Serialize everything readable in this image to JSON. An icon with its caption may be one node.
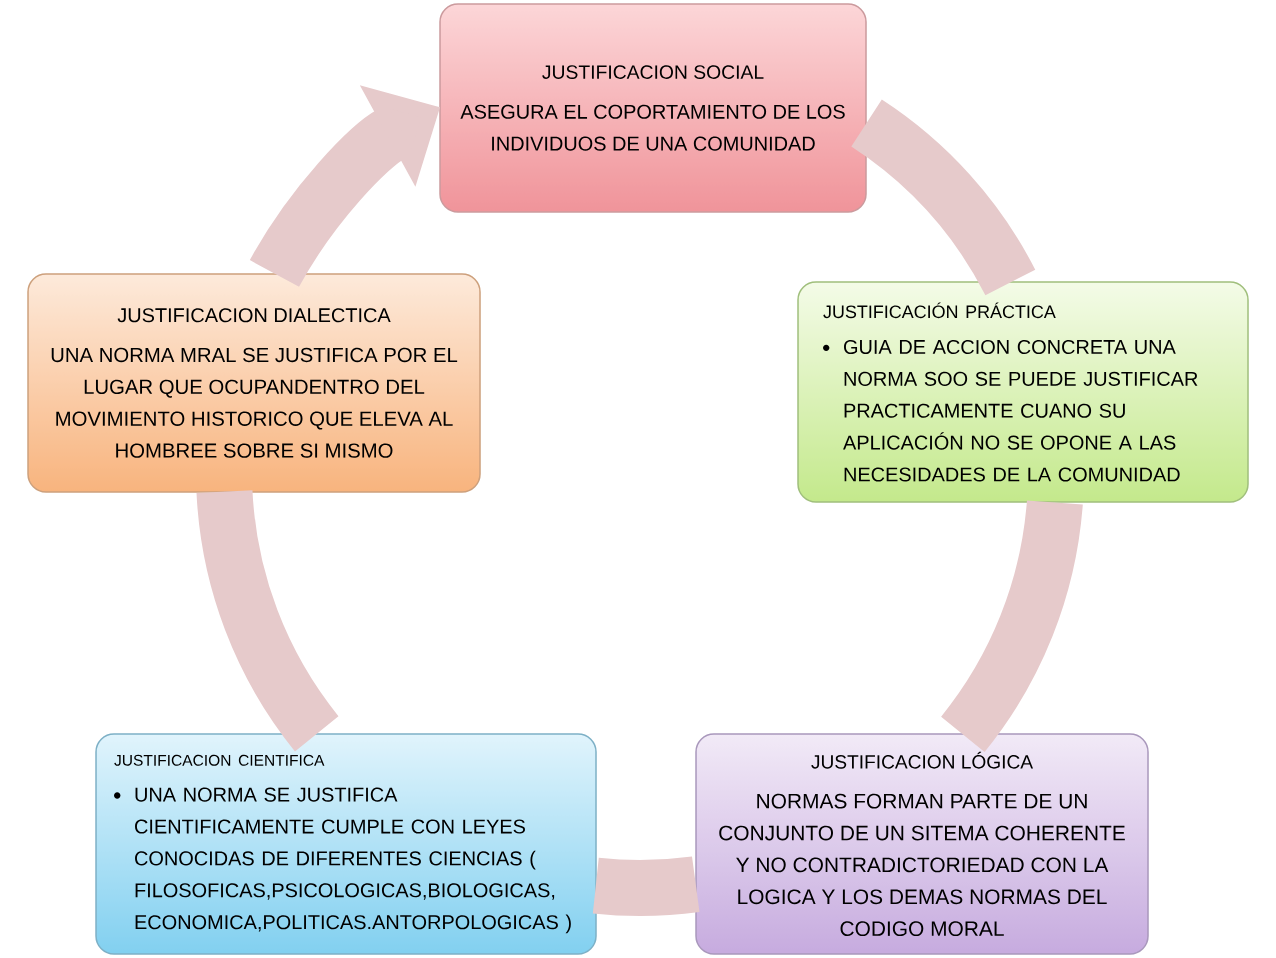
{
  "diagram": {
    "nodes": [
      {
        "text": [
          "JUSTIFICACION SOCIAL",
          "ASEGURA EL COPORTAMIENTO DE LOS INDIVIDUOS DE UNA COMUNIDAD"
        ]
      },
      {
        "text": [
          "JUSTIFICACION DIALECTICA",
          "UNA NORMA MRAL SE JUSTIFICA POR EL LUGAR QUE OCUPANDENTRO DEL MOVIMIENTO HISTORICO QUE ELEVA AL HOMBREE SOBRE SI MISMO"
        ]
      },
      {
        "text": [
          "JUSTIFICACIÓN PRÁCTICA",
          "GUIA DE ACCION CONCRETA UNA NORMA SOO SE PUEDE JUSTIFICAR PRACTICAMENTE CUANO SU APLICACIÓN NO SE OPONE A LAS NECESIDADES DE LA COMUNIDAD"
        ]
      },
      {
        "text": [
          "JUSTIFICACION CIENTIFICA",
          "UNA NORMA SE JUSTIFICA CIENTIFICAMENTE CUMPLE CON LEYES CONOCIDAS DE DIFERENTES CIENCIAS ( FILOSOFICAS,PSICOLOGICAS,BIOLOGICAS,ECONOMICA,POLITICAS.ANTORPOLOGICAS )"
        ]
      },
      {
        "text": [
          "JUSTIFICACION LÓGICA",
          "NORMAS FORMAN PARTE DE UN CONJUNTO DE UN SITEMA COHERENTE Y NO CONTRADICTORIEDAD CON LA LOGICA Y LOS DEMAS NORMAS DEL CODIGO MORAL"
        ]
      }
    ],
    "edges": [
      {
        "from": 0,
        "to": 2,
        "arrow": "none"
      },
      {
        "from": 2,
        "to": 4,
        "arrow": "none"
      },
      {
        "from": 4,
        "to": 3,
        "arrow": "none"
      },
      {
        "from": 3,
        "to": 1,
        "arrow": "none"
      },
      {
        "from": 1,
        "to": 0,
        "arrow": "to"
      }
    ]
  }
}
